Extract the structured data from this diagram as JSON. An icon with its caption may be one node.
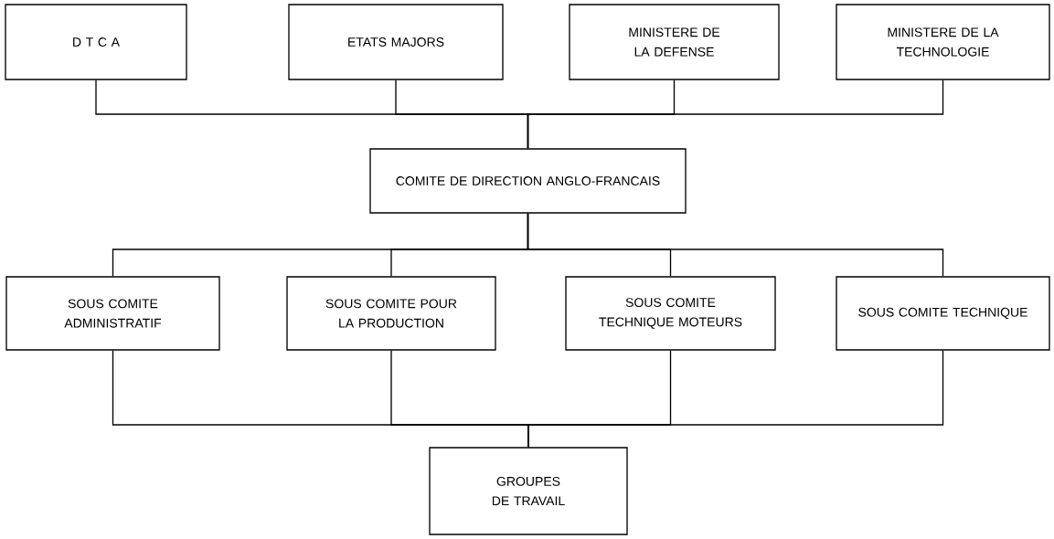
{
  "diagram": {
    "nodes": [
      {
        "text": [
          "D T C A"
        ]
      },
      {
        "text": [
          "ETATS MAJORS"
        ]
      },
      {
        "text": [
          "MINISTERE DE LA DEFENSE"
        ]
      },
      {
        "text": [
          "MINISTERE DE LA TECHNOLOGIE"
        ]
      },
      {
        "text": [
          "COMITE DE DIRECTION ANGLO-FRANCAIS"
        ]
      },
      {
        "text": [
          "SOUS COMITE ADMINISTRATIF"
        ]
      },
      {
        "text": [
          "SOUS COMITE POUR LA PRODUCTION"
        ]
      },
      {
        "text": [
          "SOUS COMITE TECHNIQUE MOTEURS"
        ]
      },
      {
        "text": [
          "SOUS COMITE TECHNIQUE"
        ]
      },
      {
        "text": [
          "GROUPES DE TRAVAIL"
        ]
      }
    ],
    "edges": [
      {
        "from": 0,
        "to": 4,
        "arrow": "none"
      },
      {
        "from": 1,
        "to": 4,
        "arrow": "none"
      },
      {
        "from": 2,
        "to": 4,
        "arrow": "none"
      },
      {
        "from": 3,
        "to": 4,
        "arrow": "none"
      },
      {
        "from": 4,
        "to": 5,
        "arrow": "none"
      },
      {
        "from": 4,
        "to": 6,
        "arrow": "none"
      },
      {
        "from": 4,
        "to": 7,
        "arrow": "none"
      },
      {
        "from": 4,
        "to": 8,
        "arrow": "none"
      },
      {
        "from": 5,
        "to": 9,
        "arrow": "none"
      },
      {
        "from": 6,
        "to": 9,
        "arrow": "none"
      },
      {
        "from": 7,
        "to": 9,
        "arrow": "none"
      },
      {
        "from": 8,
        "to": 9,
        "arrow": "none"
      }
    ]
  }
}
